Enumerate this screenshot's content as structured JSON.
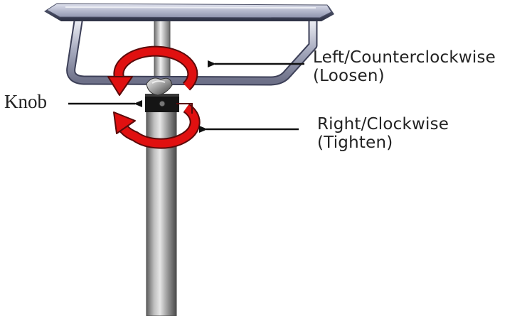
{
  "labels": {
    "knob": "Knob",
    "loosen_line1": "Left/Counterclockwise",
    "loosen_line2": "(Loosen)",
    "tighten_line1": "Right/Clockwise",
    "tighten_line2": "(Tighten)"
  },
  "colors": {
    "arrow_red": "#e01010",
    "arrow_stroke": "#5a0a0a",
    "pole_gray": "#9a9a9a",
    "tray_blue": "#b8bdd4",
    "text": "#222222"
  }
}
